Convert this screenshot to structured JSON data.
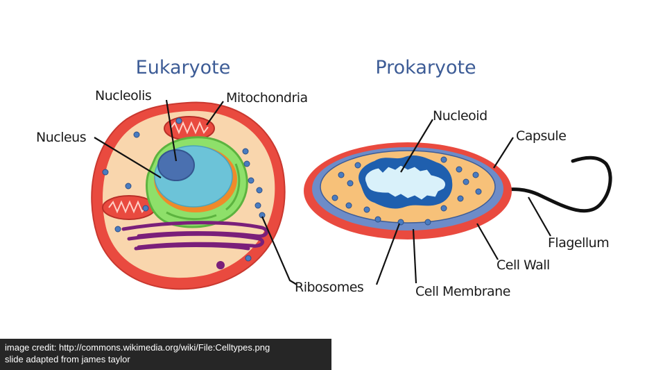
{
  "eukaryote": {
    "title": "Eukaryote",
    "labels": {
      "nucleolis": "Nucleolis",
      "mitochondria": "Mitochondria",
      "nucleus": "Nucleus",
      "ribosomes": "Ribosomes"
    }
  },
  "prokaryote": {
    "title": "Prokaryote",
    "labels": {
      "nucleoid": "Nucleoid",
      "capsule": "Capsule",
      "flagellum": "Flagellum",
      "cell_wall": "Cell Wall",
      "cell_membrane": "Cell Membrane"
    }
  },
  "credit": {
    "line1": "image credit: http://commons.wikimedia.org/wiki/File:Celltypes.png",
    "line2": "slide adapted from james taylor"
  },
  "colors": {
    "title": "#3d5c96",
    "cell_outer": "#e94a3f",
    "cytoplasm": "#f9d6ad",
    "nucleus": "#6cc3d8",
    "endoplasmic_reticulum": "#8ee06a",
    "nucleolus": "#4a70b0",
    "golgi": "#7a1f7a",
    "ribosome": "#4a7cc0",
    "capsule": "#e94a3f",
    "cell_wall": "#6d8cc8",
    "prokaryote_cytoplasm": "#f7c179"
  }
}
